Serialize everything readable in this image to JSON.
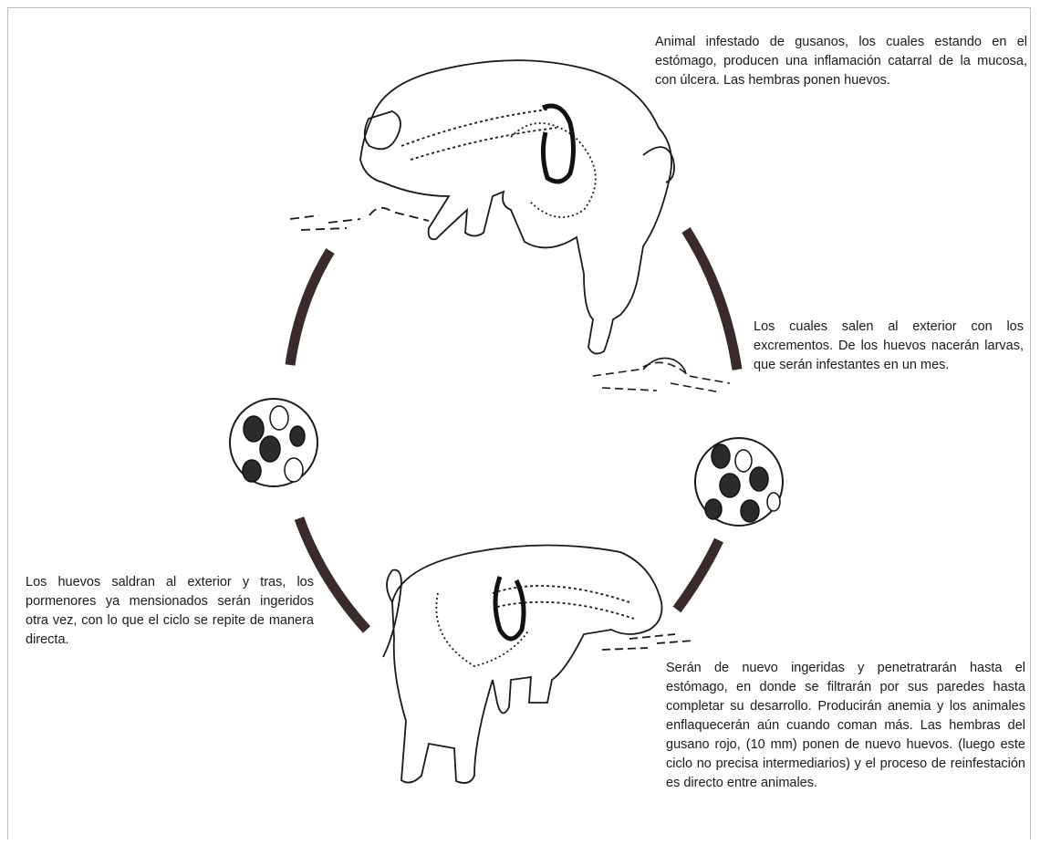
{
  "captions": {
    "top": "Animal infestado de gusanos, los cuales estando en el estómago, producen una inflamación catarral de la mucosa, con úlcera. Las hembras ponen huevos.",
    "right": "Los cuales salen al exterior con los excrementos. De los huevos nacerán larvas, que serán infestantes en un mes.",
    "left": "Los huevos saldran al exterior y tras, los pormenores ya mensionados serán ingeridos otra vez, con lo que el ciclo se repite de manera directa.",
    "bottom": "Serán de nuevo ingeridas y penetratrarán hasta el estómago, en donde se filtrarán por sus paredes hasta completar su desarrollo. Producirán anemia y los animales enflaquecerán aún cuando coman más. Las hembras del gusano rojo, (10 mm) ponen de nuevo huevos. (luego este ciclo no precisa intermediarios) y el proceso de reinfestación es directo entre animales."
  },
  "colors": {
    "arc": "#3a2a2a",
    "ink": "#1a1a1a",
    "worm": "#111111"
  },
  "icons": [
    "pig-feeding-icon",
    "pig-rooting-icon",
    "egg-magnified-icon",
    "feces-pile-icon"
  ]
}
